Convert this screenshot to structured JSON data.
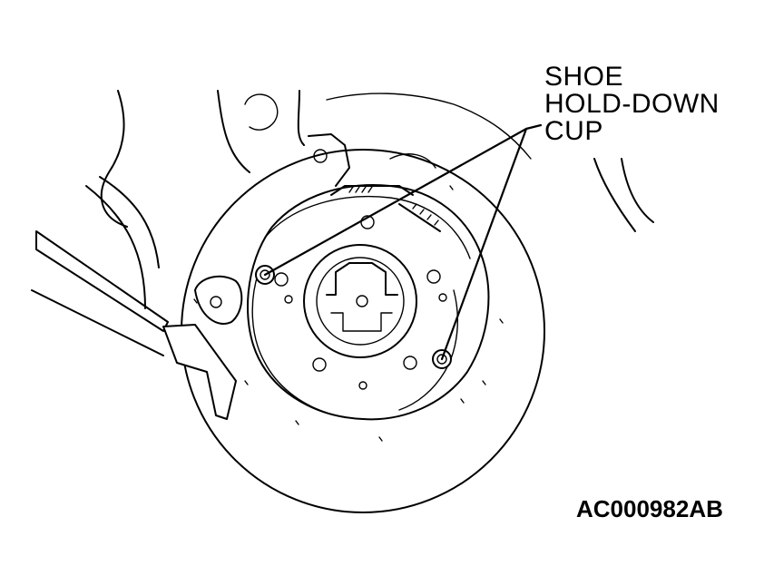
{
  "callout": {
    "line1": "SHOE",
    "line2": "HOLD-DOWN",
    "line3": "CUP"
  },
  "figure_code": "AC000982AB",
  "colors": {
    "ink": "#000000",
    "background": "#ffffff"
  }
}
